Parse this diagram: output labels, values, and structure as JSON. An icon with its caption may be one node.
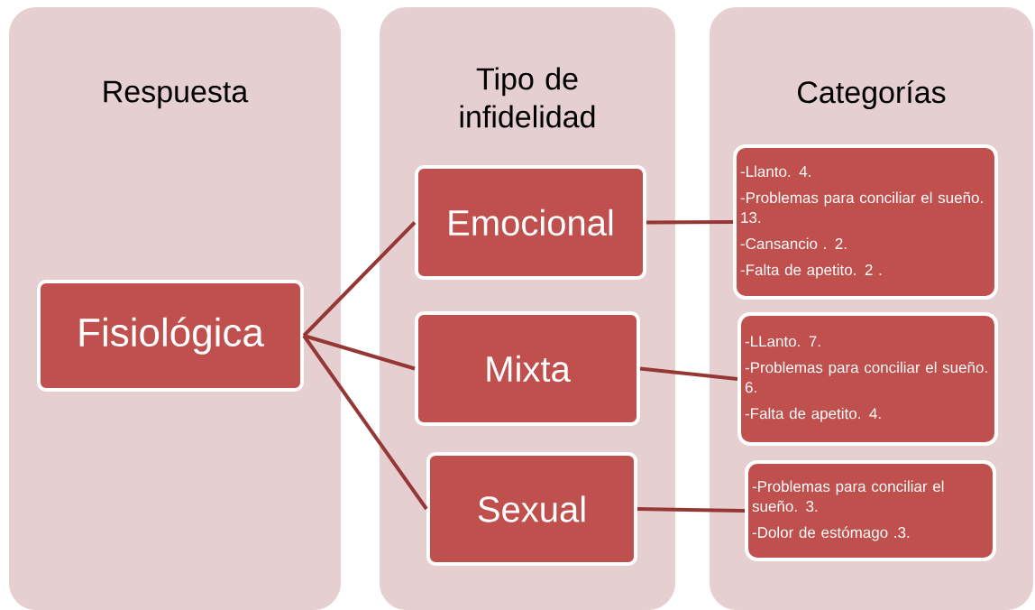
{
  "diagram": {
    "nodes": [
      {
        "text": [
          "Respuesta"
        ]
      },
      {
        "text": [
          "Tipo de infidelidad"
        ]
      },
      {
        "text": [
          "Categorías"
        ]
      },
      {
        "text": [
          "Fisiológica"
        ],
        "in": 0
      },
      {
        "text": [
          "Emocional"
        ],
        "in": 1
      },
      {
        "text": [
          "Mixta"
        ],
        "in": 1
      },
      {
        "text": [
          "Sexual"
        ],
        "in": 1
      },
      {
        "text": [
          "-Llanto. 4.",
          "-Problemas para conciliar el sueño. 13.",
          "-Cansancio . 2.",
          "-Falta de apetito. 2 ."
        ],
        "in": 2
      },
      {
        "text": [
          "-LLanto. 7.",
          "-Problemas para conciliar el sueño. 6.",
          "-Falta de apetito.  4."
        ],
        "in": 2
      },
      {
        "text": [
          "-Problemas para conciliar el sueño. 3.",
          "-Dolor de estómago .3."
        ],
        "in": 2
      }
    ],
    "edges": [
      {
        "from": 3,
        "to": 4,
        "arrow": "none"
      },
      {
        "from": 3,
        "to": 5,
        "arrow": "none"
      },
      {
        "from": 3,
        "to": 6,
        "arrow": "none"
      },
      {
        "from": 4,
        "to": 7,
        "arrow": "none"
      },
      {
        "from": 5,
        "to": 8,
        "arrow": "none"
      },
      {
        "from": 6,
        "to": 9,
        "arrow": "none"
      }
    ]
  }
}
